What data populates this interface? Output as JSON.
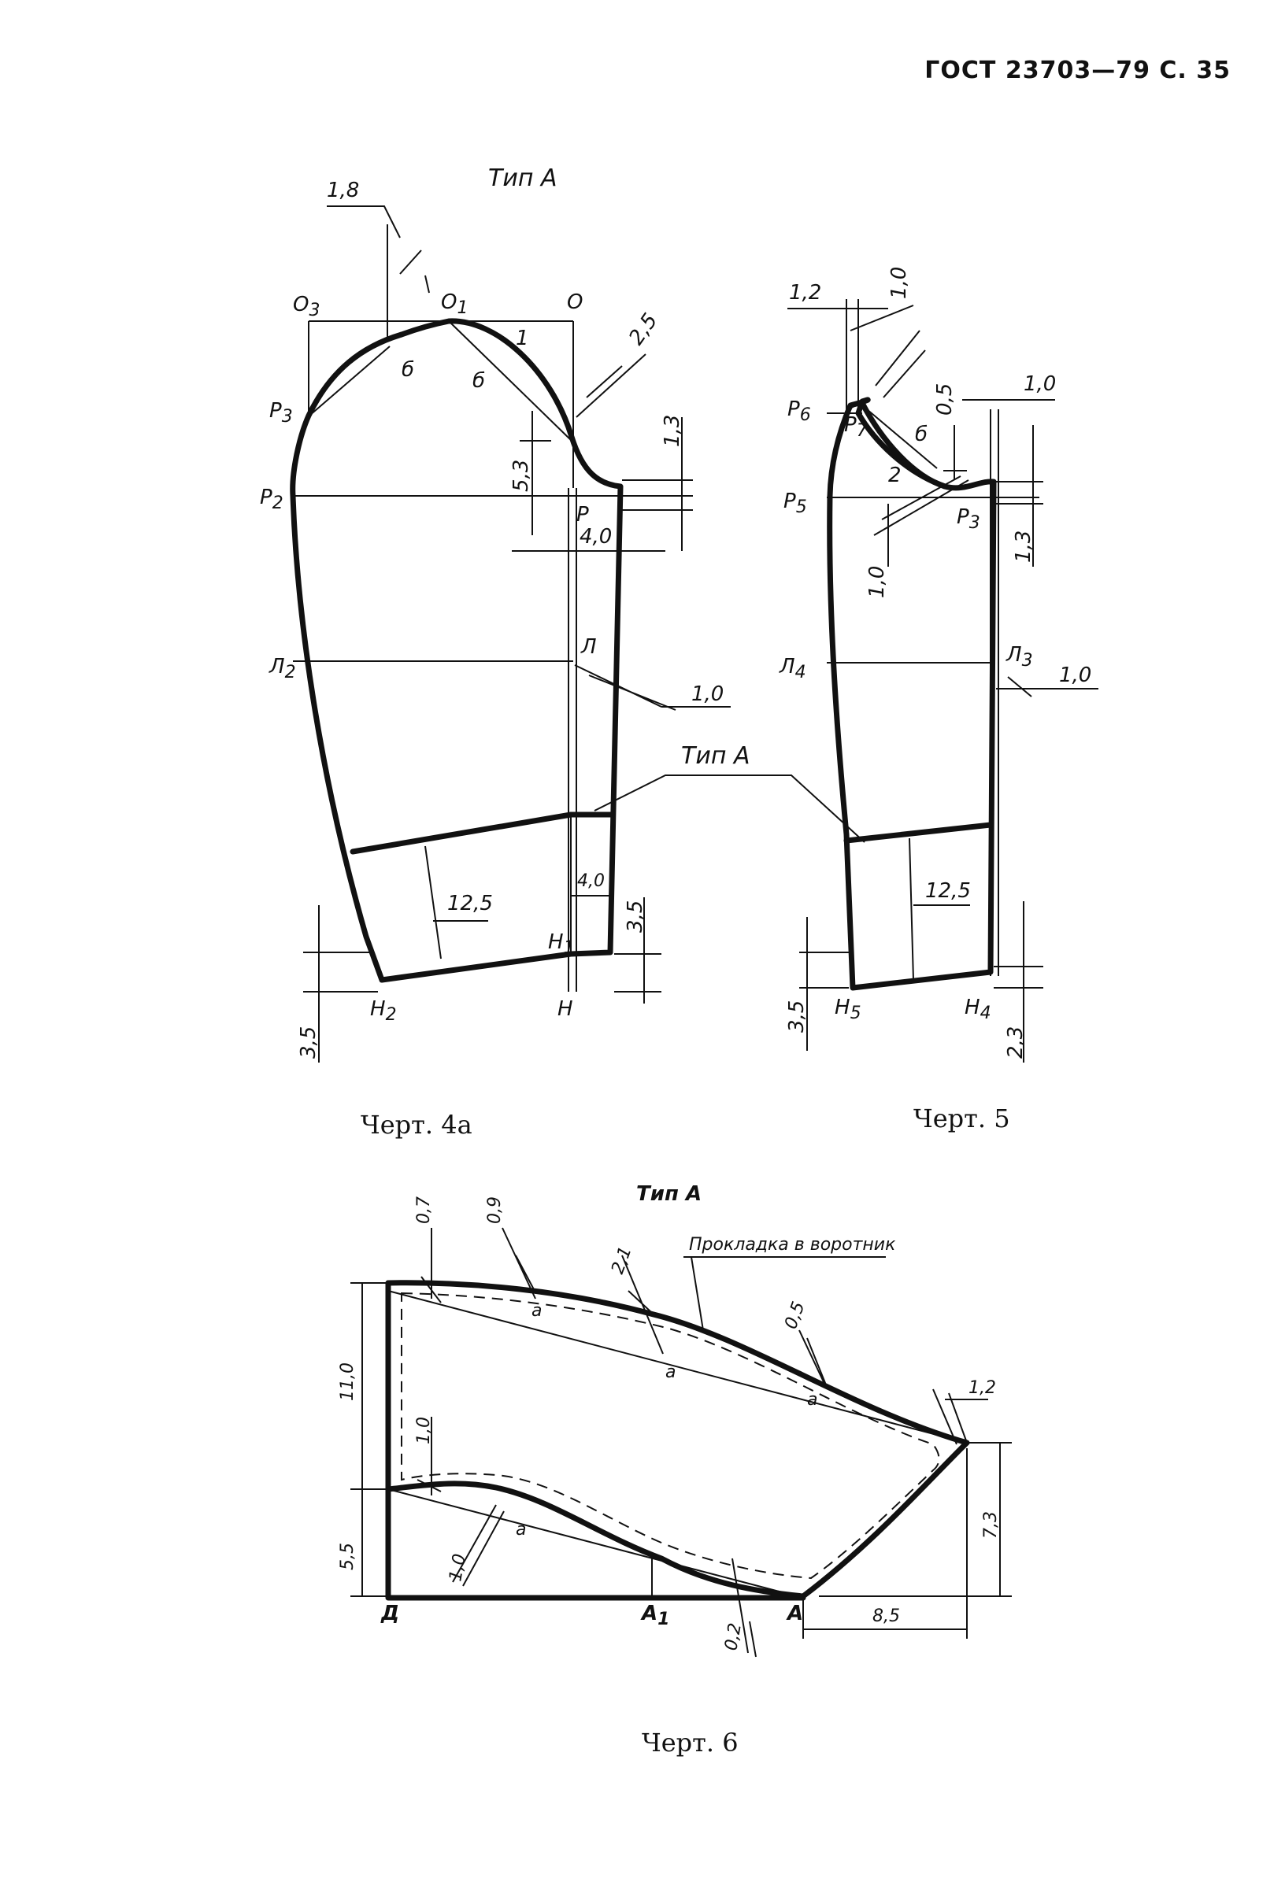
{
  "header": "ГОСТ 23703—79 С. 35",
  "captions": {
    "fig4a": "Черт. 4а",
    "fig5": "Черт. 5",
    "fig6": "Черт. 6"
  },
  "fig4a": {
    "type_label": "Тип А",
    "points": {
      "O3": "О",
      "O1": "О",
      "O": "О",
      "P3": "Р",
      "P2": "Р",
      "P": "Р",
      "L2": "Л",
      "L": "Л",
      "H1": "Н",
      "H2": "Н",
      "H": "Н"
    },
    "subs": {
      "O3": "3",
      "O1": "1",
      "P3": "3",
      "P2": "2",
      "L2": "2",
      "H1": "1",
      "H2": "2"
    },
    "marks": {
      "b1": "б",
      "b2": "б",
      "one": "1"
    },
    "dims": {
      "d18": "1,8",
      "d25": "2,5",
      "d53": "5,3",
      "d13": "1,3",
      "d40a": "4,0",
      "d10": "1,0",
      "d125": "12,5",
      "d40b": "4,0",
      "d35a": "3,5",
      "d35b": "3,5"
    }
  },
  "fig5": {
    "type_label": "Тип А",
    "points": {
      "P6": "Р",
      "P7": "Р",
      "P5": "Р",
      "P3": "Р",
      "L4": "Л",
      "L3": "Л",
      "H5": "Н",
      "H4": "Н"
    },
    "subs": {
      "P6": "6",
      "P7": "7",
      "P5": "5",
      "P3": "3",
      "L4": "4",
      "L3": "3",
      "H5": "5",
      "H4": "4"
    },
    "marks": {
      "b": "б",
      "two": "2"
    },
    "dims": {
      "d12": "1,2",
      "d10a": "1,0",
      "d05": "0,5",
      "d10b": "1,0",
      "d10c": "1,0",
      "d13": "1,3",
      "d10d": "1,0",
      "d125": "12,5",
      "d35": "3,5",
      "d23": "2,3"
    }
  },
  "fig6": {
    "type_label": "Тип А",
    "note": "Прокладка в воротник",
    "points": {
      "D": "Д",
      "A1": "А",
      "A": "А"
    },
    "subs": {
      "A1": "1"
    },
    "marks": {
      "a1": "а",
      "a2": "а",
      "a3": "а",
      "a4": "а"
    },
    "dims": {
      "d07": "0,7",
      "d09": "0,9",
      "d21": "2,1",
      "d15": "0,5",
      "d12": "1,2",
      "d110": "11,0",
      "d10a": "1,0",
      "d55": "5,5",
      "d10b": "1,0",
      "d73": "7,3",
      "d85": "8,5",
      "d02": "0,2"
    }
  }
}
